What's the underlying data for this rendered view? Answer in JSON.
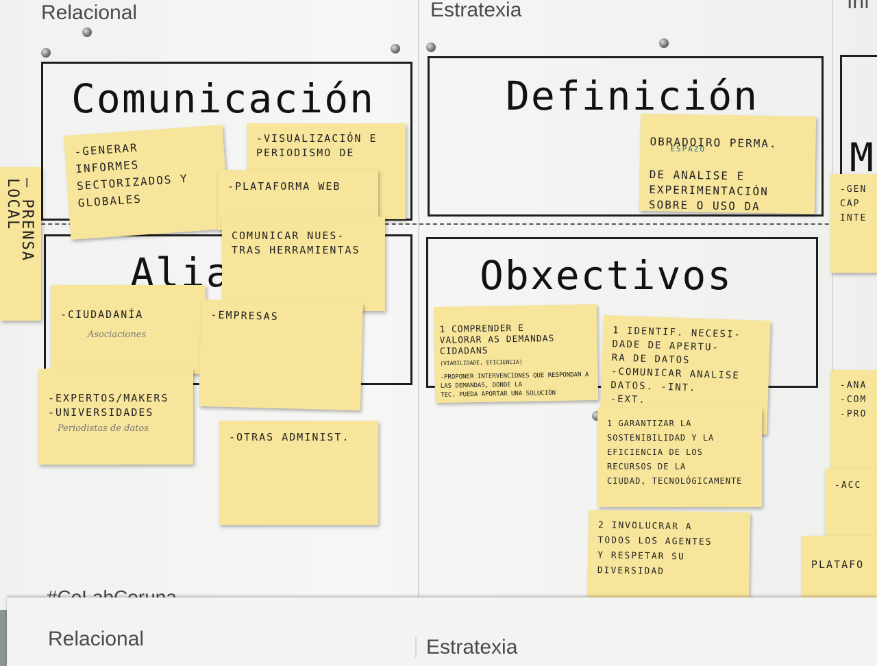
{
  "sections": {
    "relacional": "Relacional",
    "estratexia": "Estratexia",
    "right_partial": "Inf",
    "bottom_relacional": "Relacional",
    "bottom_estratexia": "Estratexia",
    "hashtag": "#CoLabCoruna"
  },
  "boxes": {
    "comunicacion": "Comunicación",
    "definicion": "Definición",
    "aliados": "Alia",
    "obxectivos": "Obxectivos",
    "right_partial_letter": "M"
  },
  "notes": {
    "prensa": "— PRENSA\nLOCAL",
    "generar": "-GENERAR\nINFORMES\nSECTORIZADOS Y\nGLOBALES",
    "visualizacion": "-VISUALIZACIÓN E\nPERIODISMO DE",
    "plataforma": "-PLATAFORMA WEB",
    "comunicar": "COMUNICAR NUES-\nTRAS HERRAMIENTAS",
    "obradoiro_line1": "OBRADOIRO PERMA.",
    "obradoiro_correction": "ESPAZO",
    "obradoiro_rest": "DE ANALISE E\nEXPERIMENTACIÓN\nSOBRE O USO DA\nTEC. NA CIDADE",
    "ciudadania": "-CIUDADANÍA",
    "asociaciones": "Asociaciones",
    "empresas": "-EMPRESAS",
    "expertos": "-EXPERTOS/MAKERS\n-UNIVERSIDADES",
    "periodistas": "Periodistas de datos",
    "otras": "-OTRAS ADMINIST.",
    "comprender": "1 COMPRENDER E\nVALORAR AS DEMANDAS\nCIDADANS",
    "comprender_small": "(VIABILIDADE, EFICIENCIA)",
    "proponer": "-PROPONER INTERVENCIONES QUE RESPONDAN A\nLAS DEMANDAS, DONDE LA\nTEC. PUEDA APORTAR UNA SOLUCIÓN",
    "identif": "1 IDENTIF. NECESI-\nDADE DE APERTU-\nRA DE DATOS\n-COMUNICAR ANALISE\nDATOS. -INT.\n-EXT.",
    "garantizar": "1 GARANTIZAR LA\nSOSTENIBILIDAD Y LA\nEFICIENCIA DE LOS\nRECURSOS DE LA\nCIUDAD, TECNOLÓGICAMENTE",
    "involucrar": "2 INVOLUCRAR A\nTODOS LOS AGENTES\nY RESPETAR SU\nDIVERSIDAD",
    "right1": "-GEN\nCAP\nINTE",
    "right2": "-ANA\n-COM\n-PRO",
    "right3": "-ACC",
    "right4": "PLATAFO"
  }
}
